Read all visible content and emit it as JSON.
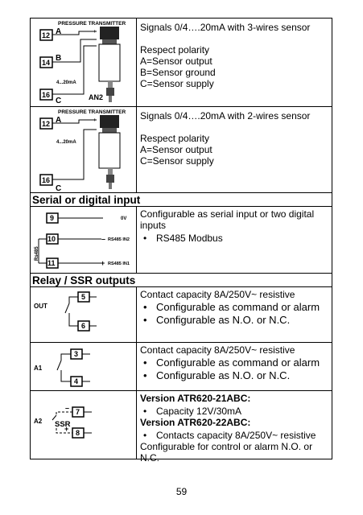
{
  "rows": {
    "pt3": {
      "diagram": {
        "title": "PRESSURE TRANSMITTER",
        "terminals": [
          "12",
          "14",
          "16"
        ],
        "letters": [
          "A",
          "B",
          "C"
        ],
        "range": "4...20mA",
        "label": "AN2"
      },
      "lines": [
        "Signals 0/4….20mA with 3-wires sensor",
        "Respect polarity",
        "A=Sensor output",
        "B=Sensor ground",
        "C=Sensor supply"
      ]
    },
    "pt2": {
      "diagram": {
        "title": "PRESSURE TRANSMITTER",
        "terminals": [
          "12",
          "16"
        ],
        "letters": [
          "A",
          "C"
        ],
        "range": "4...20mA"
      },
      "lines": [
        "Signals 0/4….20mA with 2-wires sensor",
        "Respect polarity",
        "A=Sensor output",
        "C=Sensor supply"
      ]
    },
    "serial_header": "Serial or digital input",
    "serial": {
      "diagram": {
        "terminals": [
          "9",
          "10",
          "11"
        ],
        "side": "Rs485",
        "labels": [
          "0V",
          "RS485 IN2",
          "RS485 IN1"
        ]
      },
      "line1": "Configurable as serial input or two digital inputs",
      "bullets": [
        "RS485 Modbus"
      ]
    },
    "relay_header": "Relay / SSR outputs",
    "out": {
      "diagram": {
        "label": "OUT",
        "terminals": [
          "5",
          "6"
        ]
      },
      "line1": "Contact capacity 8A/250V~ resistive",
      "bullets": [
        "Configurable as command or alarm",
        "Configurable as N.O. or N.C."
      ]
    },
    "a1": {
      "diagram": {
        "label": "A1",
        "terminals": [
          "3",
          "4"
        ]
      },
      "line1": "Contact capacity 8A/250V~ resistive",
      "bullets": [
        "Configurable as command or alarm",
        "Configurable as N.O. or N.C."
      ]
    },
    "a2": {
      "diagram": {
        "label": "A2",
        "ssr": "SSR",
        "terminals": [
          "7",
          "8"
        ]
      },
      "v1": "Version ATR620-21ABC:",
      "b1": "Capacity 12V/30mA",
      "v2": "Version ATR620-22ABC:",
      "b2": "Contacts capacity 8A/250V~ resistive",
      "last": "Configurable for control or alarm N.O. or N.C."
    }
  },
  "page_number": "59"
}
